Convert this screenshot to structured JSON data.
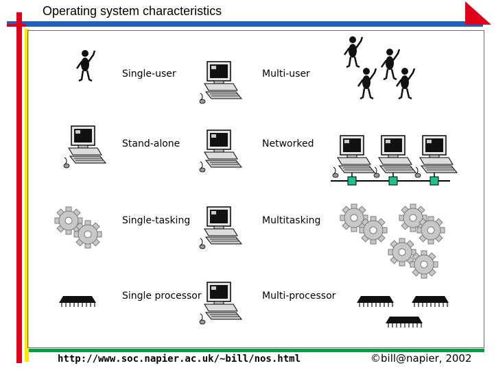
{
  "slide": {
    "title": "Operating system characteristics",
    "footer_url": "http://www.soc.napier.ac.uk/~bill/nos.html",
    "footer_copyright": "©bill@napier, 2002"
  },
  "colors": {
    "accent_blue": "#1f5fbf",
    "accent_red": "#e0001a",
    "accent_yellow": "#ffe800",
    "accent_green": "#00a040",
    "network_node": "#22c08a"
  },
  "rows": [
    {
      "left_label": "Single-user",
      "right_label": "Multi-user",
      "left_icon": "person-icon",
      "right_icon": "people-group-icon"
    },
    {
      "left_label": "Stand-alone",
      "right_label": "Networked",
      "left_icon": "computer-icon",
      "right_icon": "network-icon"
    },
    {
      "left_label": "Single-tasking",
      "right_label": "Multitasking",
      "left_icon": "gears-icon",
      "right_icon": "many-gears-icon"
    },
    {
      "left_label": "Single processor",
      "right_label": "Multi-processor",
      "left_icon": "chip-icon",
      "right_icon": "multi-chip-icon"
    }
  ]
}
